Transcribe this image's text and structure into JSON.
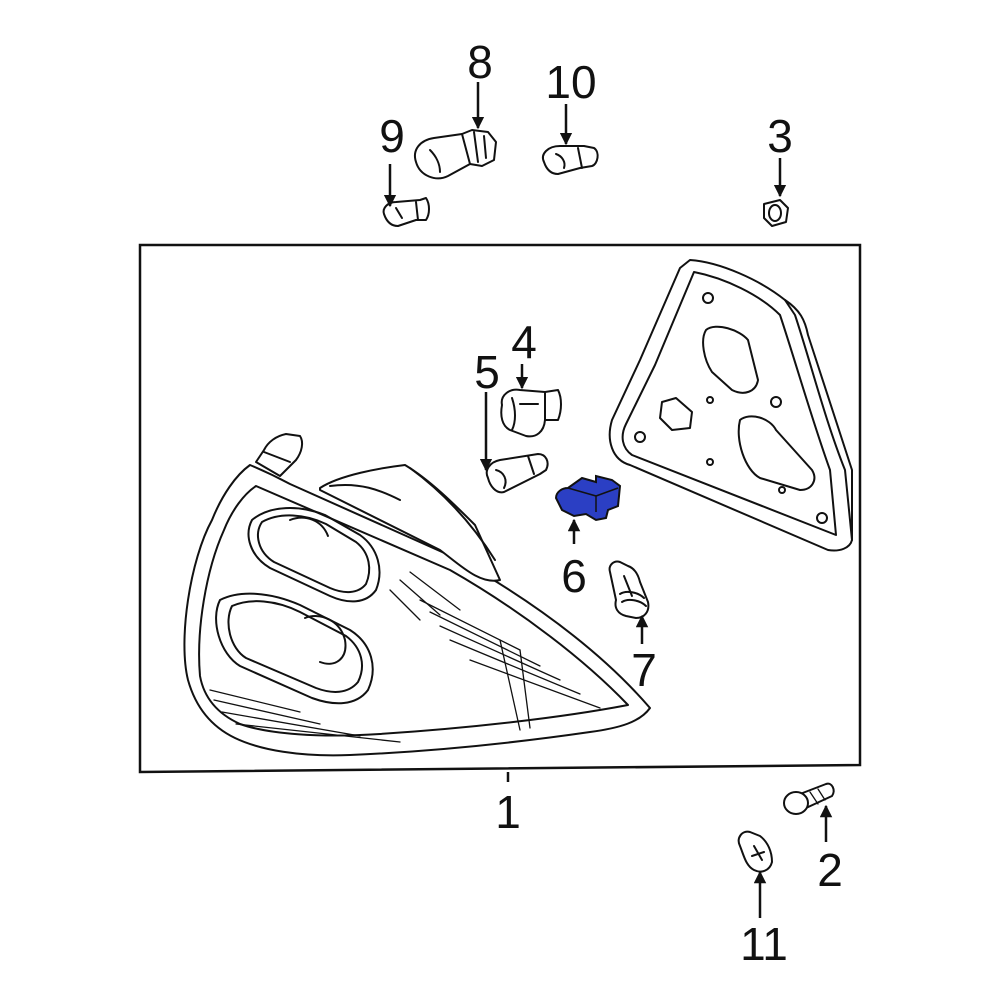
{
  "diagram": {
    "highlight_color": "#2b3fc4",
    "callouts": [
      {
        "id": "1",
        "label": "1"
      },
      {
        "id": "2",
        "label": "2"
      },
      {
        "id": "3",
        "label": "3"
      },
      {
        "id": "4",
        "label": "4"
      },
      {
        "id": "5",
        "label": "5"
      },
      {
        "id": "6",
        "label": "6"
      },
      {
        "id": "7",
        "label": "7"
      },
      {
        "id": "8",
        "label": "8"
      },
      {
        "id": "9",
        "label": "9"
      },
      {
        "id": "10",
        "label": "10"
      },
      {
        "id": "11",
        "label": "11"
      }
    ],
    "highlighted_part": "6"
  }
}
